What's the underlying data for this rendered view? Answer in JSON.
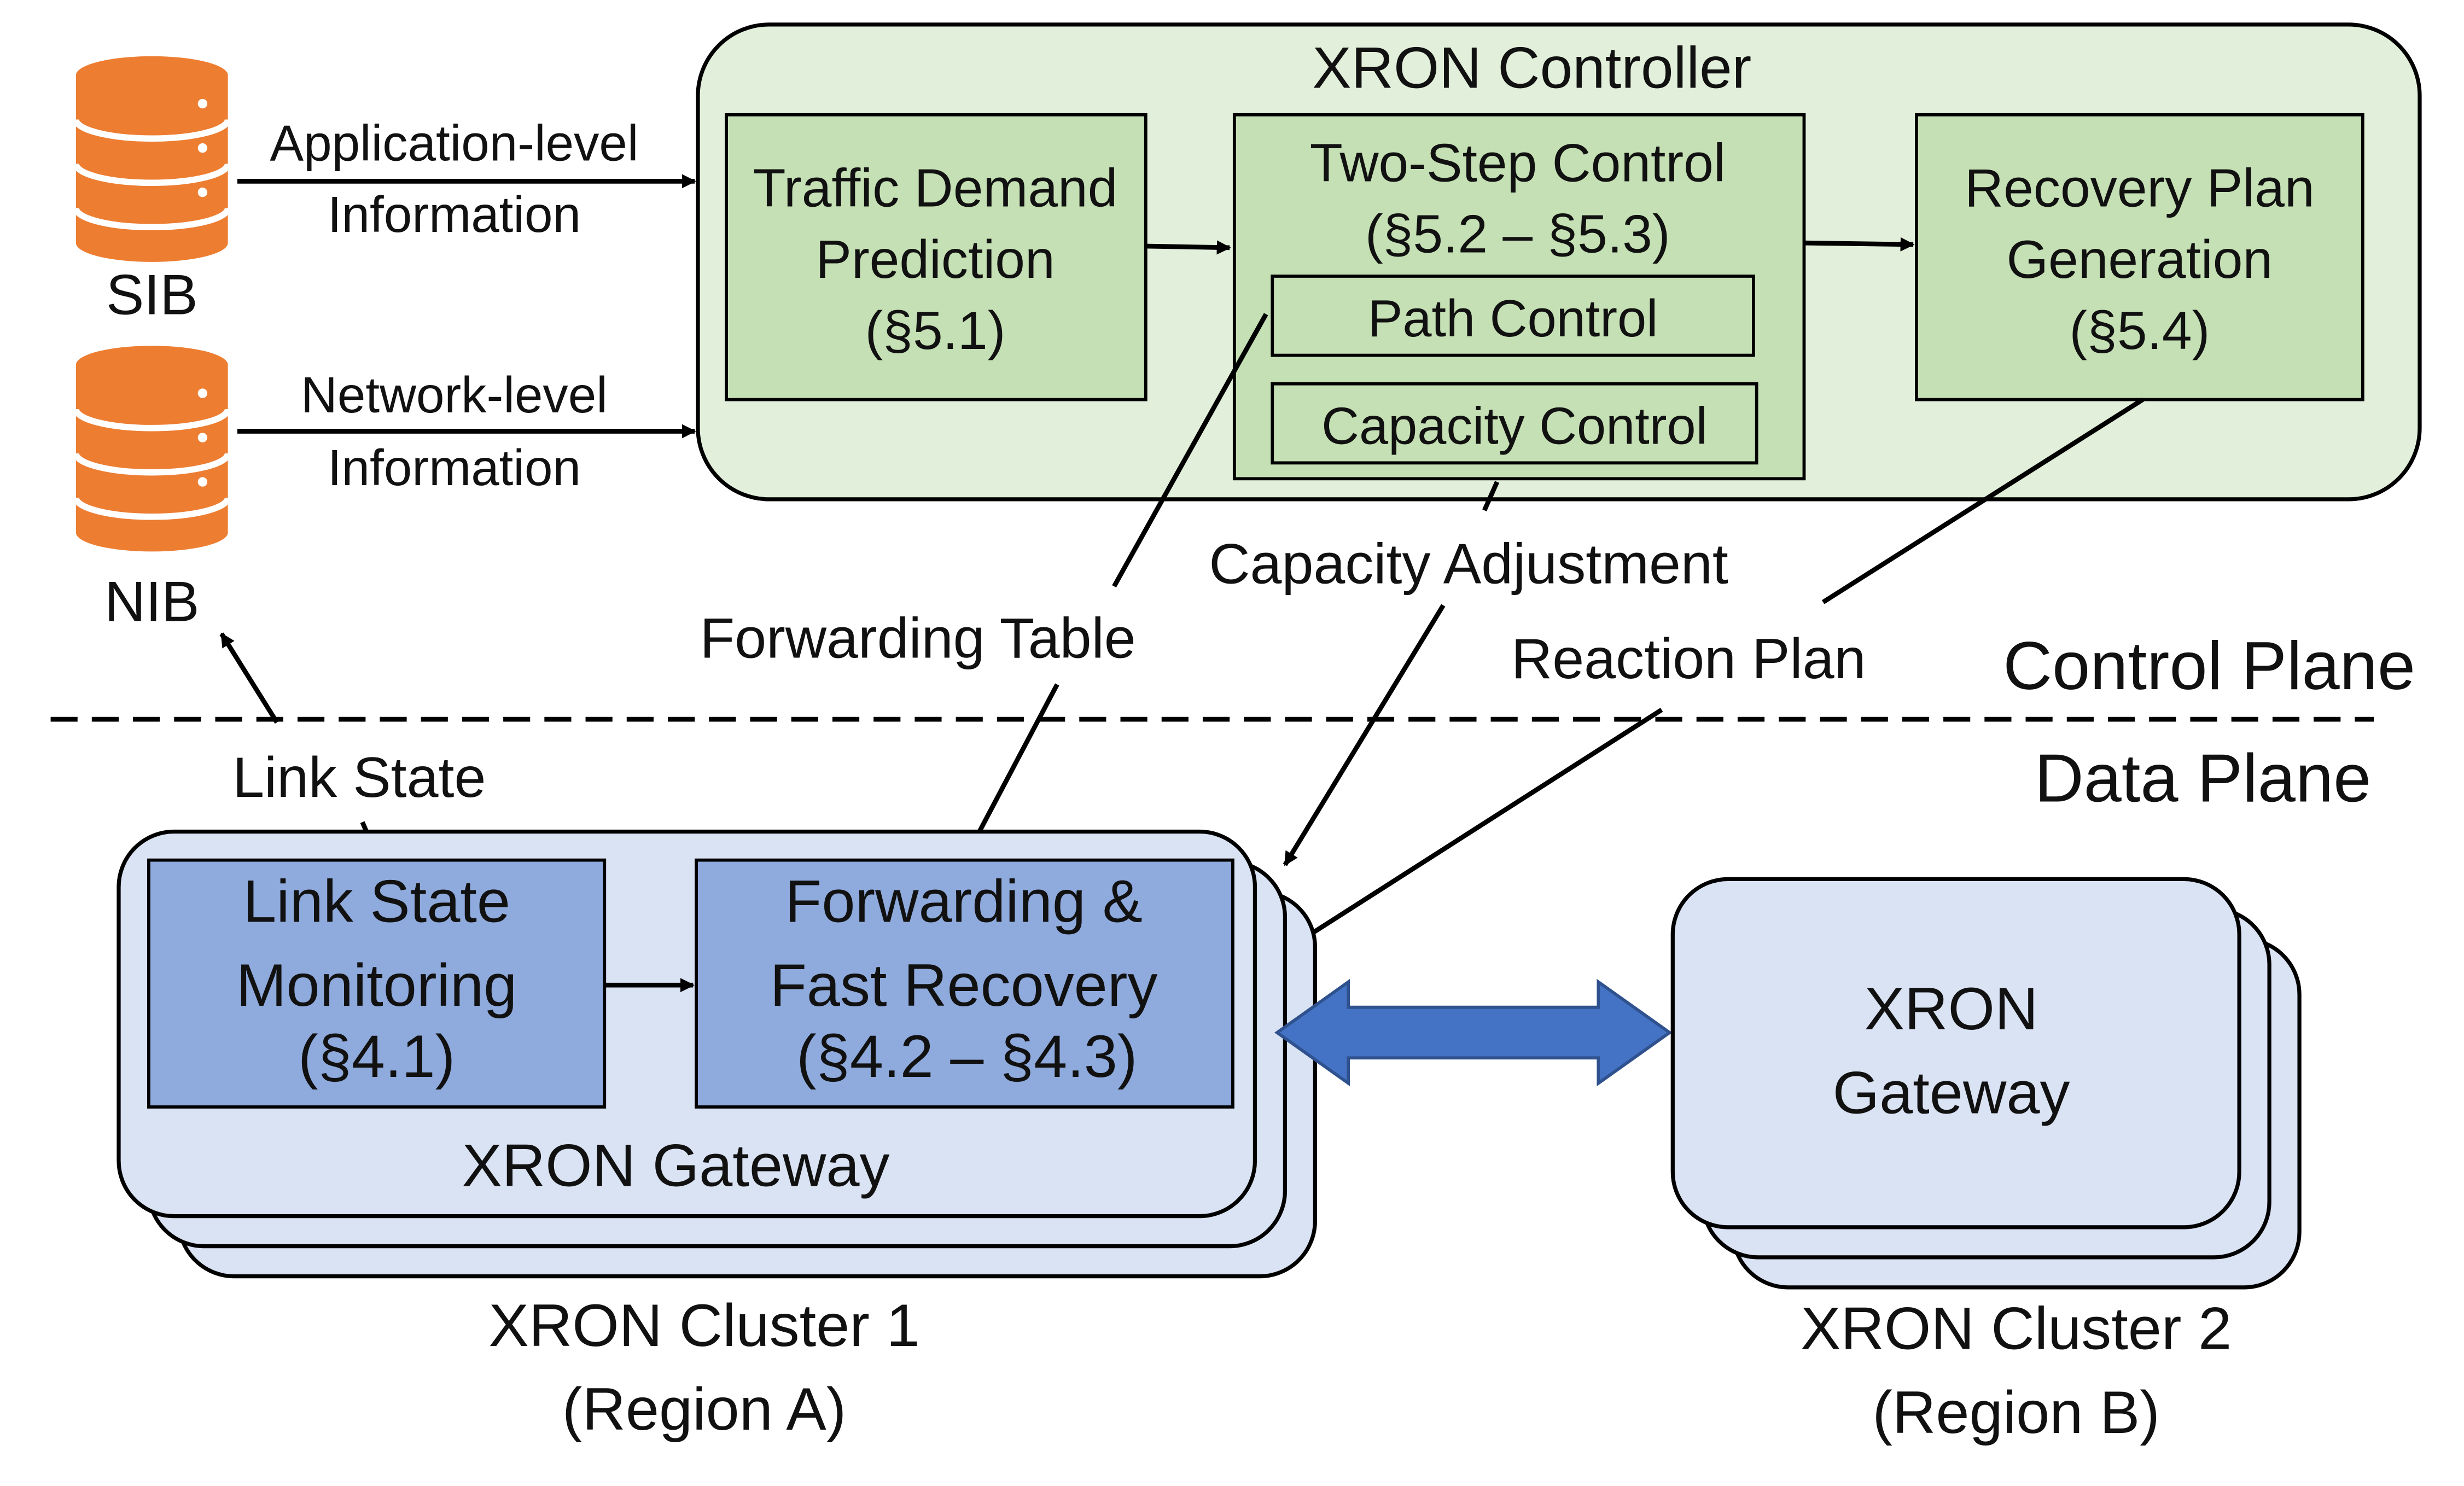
{
  "controller": {
    "title": "XRON Controller",
    "traffic_demand": [
      "Traffic Demand",
      "Prediction",
      "(§5.1)"
    ],
    "two_step": [
      "Two-Step Control",
      "(§5.2 – §5.3)"
    ],
    "path_control": "Path Control",
    "capacity_control": "Capacity Control",
    "recovery_plan": [
      "Recovery Plan",
      "Generation",
      "(§5.4)"
    ]
  },
  "databases": {
    "sib": "SIB",
    "nib": "NIB",
    "app_info": [
      "Application-level",
      "Information"
    ],
    "net_info": [
      "Network-level",
      "Information"
    ]
  },
  "arrows": {
    "forwarding_table": "Forwarding Table",
    "capacity_adjustment": "Capacity Adjustment",
    "reaction_plan": "Reaction Plan",
    "link_state": "Link State"
  },
  "planes": {
    "control": "Control Plane",
    "data": "Data Plane"
  },
  "cluster1": {
    "gateway_label": "XRON Gateway",
    "link_state_monitoring": [
      "Link State",
      "Monitoring",
      "(§4.1)"
    ],
    "forwarding_recovery": [
      "Forwarding &",
      "Fast Recovery",
      "(§4.2 – §4.3)"
    ],
    "caption": [
      "XRON Cluster 1",
      "(Region A)"
    ]
  },
  "cluster2": {
    "gateway_label": [
      "XRON",
      "Gateway"
    ],
    "caption": [
      "XRON Cluster 2",
      "(Region B)"
    ]
  },
  "colors": {
    "controller_fill": "#e2efda",
    "module_fill": "#c5e0b4",
    "gateway_fill": "#dae3f3",
    "gw_module_fill": "#8faadc",
    "database": "#ed7d31",
    "double_arrow": "#4472c4"
  }
}
